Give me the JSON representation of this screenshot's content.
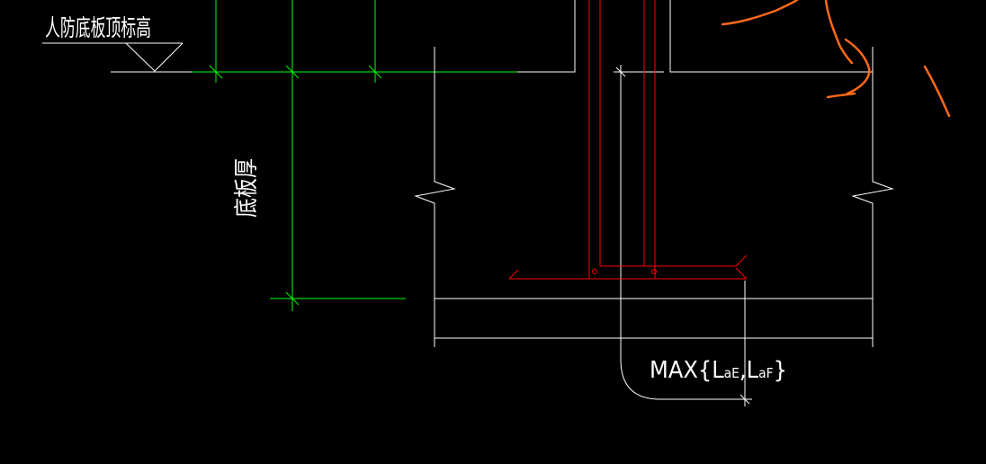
{
  "annotations": {
    "elevation_label": "人防底板顶标高",
    "thickness_label": "底板厚",
    "max_formula": {
      "prefix": "MAX{L",
      "sub1": "aE",
      "middle": ",L",
      "sub2": "aF",
      "suffix": "}"
    }
  },
  "colors": {
    "background": "#000000",
    "structure": "#ffffff",
    "dimension": "#00ff00",
    "rebar": "#ff0000",
    "sketch": "#ff6a1a"
  }
}
